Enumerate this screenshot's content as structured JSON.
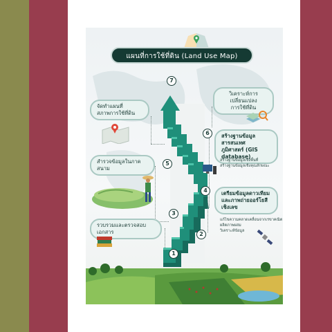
{
  "poster": {
    "title": "แผนที่การใช้ที่ดิน (Land Use Map)",
    "steps": [
      {
        "number": "1"
      },
      {
        "number": "2"
      },
      {
        "number": "3"
      },
      {
        "number": "4"
      },
      {
        "number": "5"
      },
      {
        "number": "6"
      },
      {
        "number": "7"
      }
    ],
    "labels": {
      "step7_line1": "วิเคราะห์การเปลี่ยนแปลง",
      "step7_line2": "การใช้ที่ดิน",
      "step6_line1": "สร้างฐานข้อมูลสารสนเทศ",
      "step6_line2": "ภูมิศาสตร์ (GIS database)",
      "step6_note1": "สร้างฐานข้อมูลเชิงพื้นที่",
      "step6_note2": "สร้างฐานข้อมูลเชิงคุณลักษณะ",
      "step4_line1": "เตรียมข้อมูลดาวเทียม",
      "step4_line2": "และภาพถ่ายออร์โธสีเชิงเลข",
      "step4_note1": "แก้ไขความคลาดเคลื่อนจากเรขาคณิต",
      "step4_note2": "ผลิตภาพผสม",
      "step4_note3": "วิเคราะห์ข้อมูล",
      "step_map_line1": "จัดทำแผนที่",
      "step_map_line2": "สภาพการใช้ที่ดิน",
      "step5_line1": "สำรวจข้อมูลในภาคสนาม",
      "step1_line1": "รวบรวมและตรวจสอบเอกสาร"
    }
  },
  "colors": {
    "olive": "#8a8a4e",
    "maroon": "#983d4e",
    "stair_teal": "#1f8f7a",
    "dark_teal": "#153a33"
  },
  "icons": [
    "map-pin-icon",
    "folded-map-icon",
    "farmer-icon",
    "books-icon",
    "satellite-icon",
    "computer-icon",
    "layers-magnify-icon"
  ]
}
